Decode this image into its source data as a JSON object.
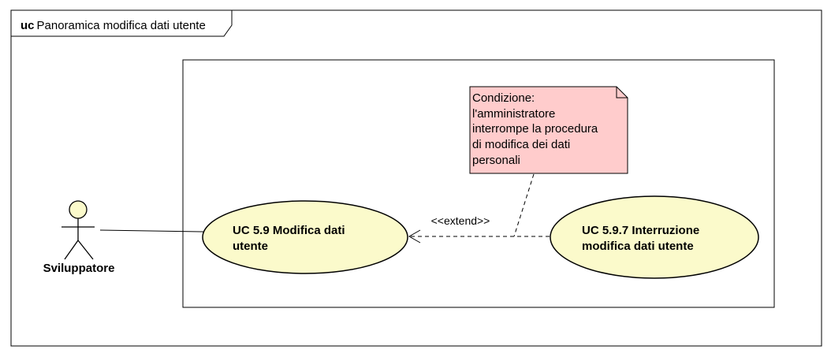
{
  "frame": {
    "keyword": "uc",
    "title": "Panoramica modifica dati utente"
  },
  "actor": {
    "name": "Sviluppatore"
  },
  "use_cases": [
    {
      "id": "uc-5-9",
      "lines": [
        "UC 5.9 Modifica dati",
        "utente"
      ]
    },
    {
      "id": "uc-5-9-7",
      "lines": [
        "UC 5.9.7 Interruzione",
        "modifica dati utente"
      ]
    }
  ],
  "relationship": {
    "stereotype": "<<extend>>"
  },
  "note": {
    "lines": [
      "Condizione:",
      "l'amministratore",
      "interrompe la procedura",
      "di modifica dei dati",
      "personali"
    ]
  },
  "colors": {
    "use_case_fill": "#fbfacb",
    "note_fill": "#ffcccc",
    "actor_fill": "#fbfacb",
    "line": "#000000"
  }
}
